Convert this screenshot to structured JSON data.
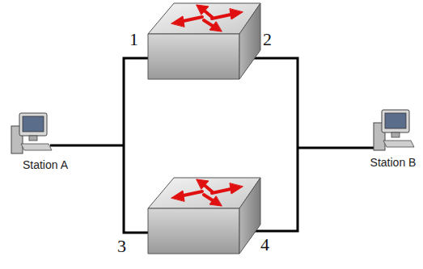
{
  "diagram": {
    "nodes": [
      {
        "text": [
          "Station A"
        ]
      },
      {
        "text": [
          "Station B"
        ]
      }
    ],
    "labels": [
      "1",
      "2",
      "3",
      "4"
    ]
  }
}
